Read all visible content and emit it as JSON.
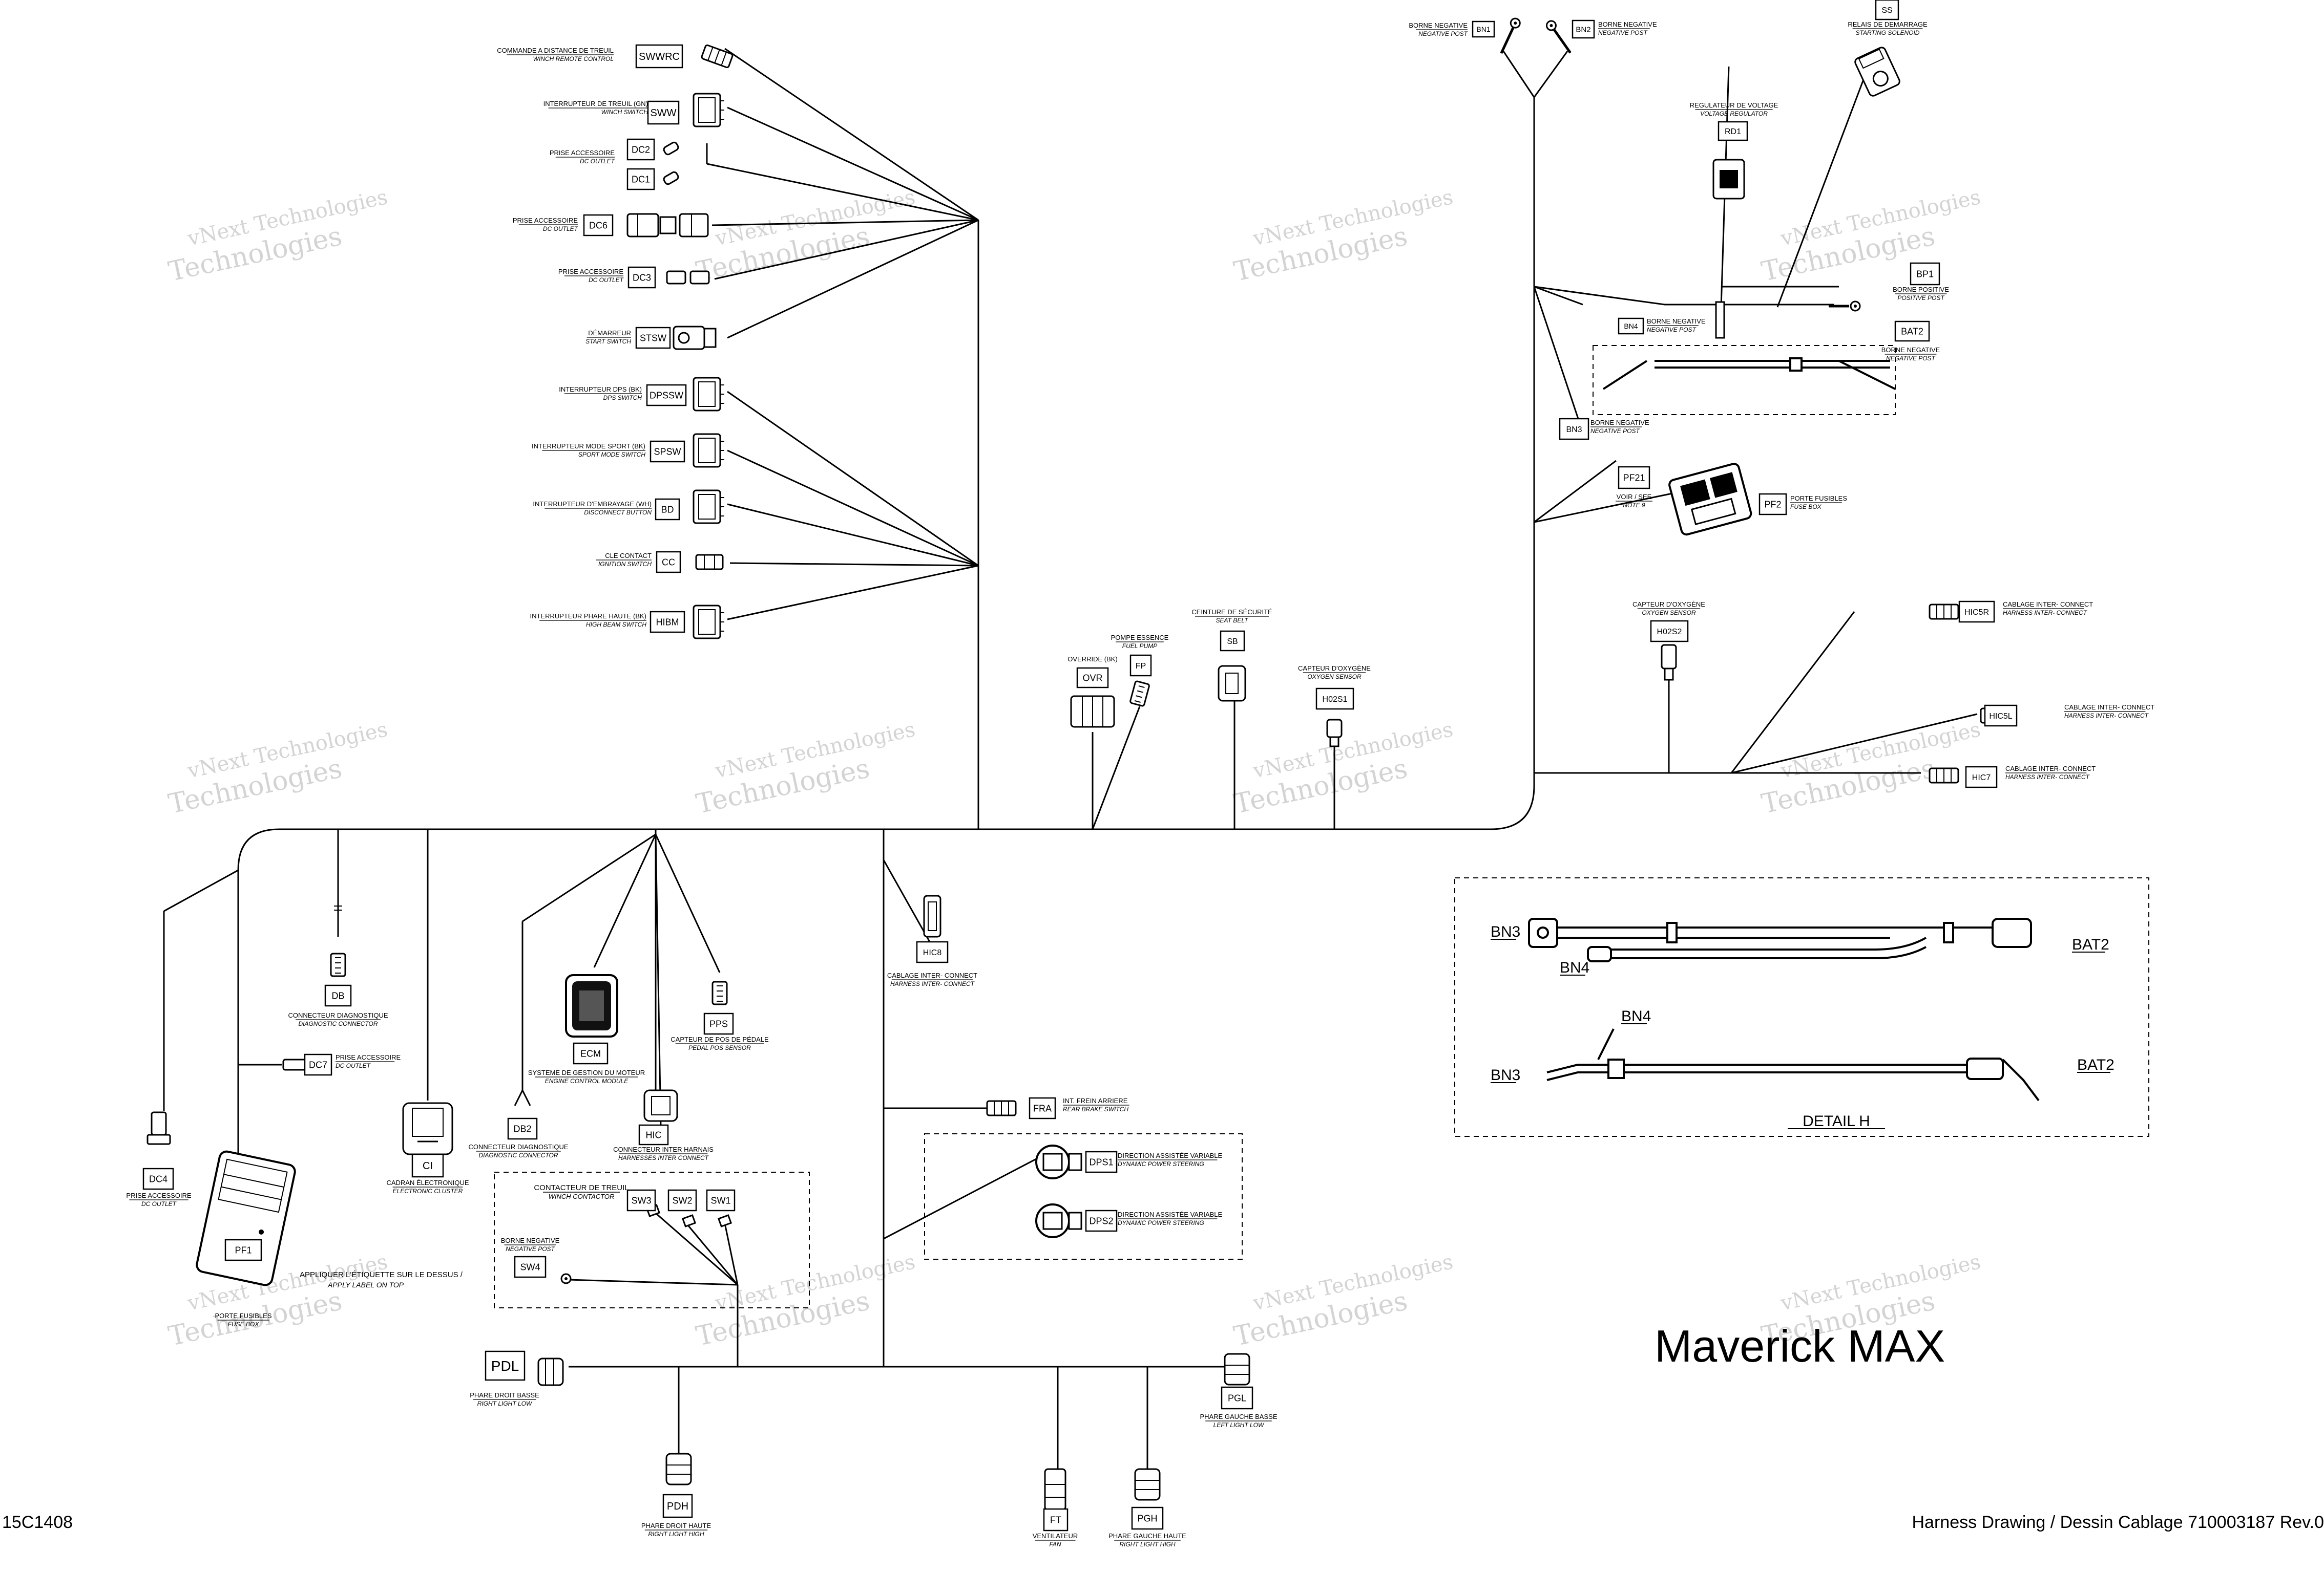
{
  "title": "Maverick MAX",
  "drawing_code": "15C1408",
  "footer": "Harness Drawing / Dessin Cablage 710003187 Rev.0",
  "watermark": [
    "vNext Technologies",
    "Technologies"
  ],
  "connectors": {
    "SWWRC": {
      "code": "SWWRC",
      "fr": "COMMANDE A DISTANCE DE TREUIL",
      "en": "WINCH REMOTE CONTROL"
    },
    "SWW": {
      "code": "SWW",
      "fr": "INTERRUPTEUR DE TREUIL (GN)",
      "en": "WINCH SWITCH"
    },
    "DC2": {
      "code": "DC2"
    },
    "DC1": {
      "code": "DC1",
      "fr": "PRISE ACCESSOIRE",
      "en": "DC OUTLET"
    },
    "DC6": {
      "code": "DC6",
      "fr": "PRISE ACCESSOIRE",
      "en": "DC OUTLET"
    },
    "DC3": {
      "code": "DC3",
      "fr": "PRISE ACCESSOIRE",
      "en": "DC OUTLET"
    },
    "STSW": {
      "code": "STSW",
      "fr": "DÉMARREUR",
      "en": "START SWITCH"
    },
    "DPSSW": {
      "code": "DPSSW",
      "fr": "INTERRUPTEUR DPS (BK)",
      "en": "DPS SWITCH"
    },
    "SPSW": {
      "code": "SPSW",
      "fr": "INTERRUPTEUR MODE SPORT (BK)",
      "en": "SPORT MODE SWITCH"
    },
    "BD": {
      "code": "BD",
      "fr": "INTERRUPTEUR D'EMBRAYAGE (WH)",
      "en": "DISCONNECT BUTTON"
    },
    "CC": {
      "code": "CC",
      "fr": "CLE CONTACT",
      "en": "IGNITION SWITCH"
    },
    "HIBM": {
      "code": "HIBM",
      "fr": "INTERRUPTEUR PHARE HAUTE (BK)",
      "en": "HIGH BEAM SWITCH"
    },
    "BN1": {
      "code": "BN1",
      "fr": "BORNE NEGATIVE",
      "en": "NEGATIVE POST"
    },
    "BN2": {
      "code": "BN2",
      "fr": "BORNE NEGATIVE",
      "en": "NEGATIVE POST"
    },
    "SS": {
      "code": "SS",
      "fr": "RELAIS DE DEMARRAGE",
      "en": "STARTING SOLENOID"
    },
    "RD1": {
      "code": "RD1",
      "fr": "REGULATEUR DE VOLTAGE",
      "en": "VOLTAGE REGULATOR"
    },
    "BP1": {
      "code": "BP1",
      "fr": "BORNE POSITIVE",
      "en": "POSITIVE POST"
    },
    "BN4": {
      "code": "BN4",
      "fr": "BORNE NEGATIVE",
      "en": "NEGATIVE POST"
    },
    "BAT2": {
      "code": "BAT2",
      "fr": "BORNE NEGATIVE",
      "en": "NEGATIVE POST"
    },
    "BN3": {
      "code": "BN3",
      "fr": "BORNE NEGATIVE",
      "en": "NEGATIVE POST"
    },
    "PF21": {
      "code": "PF21",
      "fr": "VOIR / SEE",
      "en": "NOTE 9"
    },
    "PF2": {
      "code": "PF2",
      "fr": "PORTE FUSIBLES",
      "en": "FUSE BOX"
    },
    "H02S2": {
      "code": "H02S2",
      "fr": "CAPTEUR D'OXYGÈNE",
      "en": "OXYGEN SENSOR"
    },
    "HIC5R": {
      "code": "HIC5R",
      "fr": "CABLAGE INTER- CONNECT",
      "en": "HARNESS INTER- CONNECT"
    },
    "HIC5L": {
      "code": "HIC5L",
      "fr": "CABLAGE INTER- CONNECT",
      "en": "HARNESS INTER- CONNECT"
    },
    "HIC7": {
      "code": "HIC7",
      "fr": "CABLAGE INTER- CONNECT",
      "en": "HARNESS INTER- CONNECT"
    },
    "OVR": {
      "code": "OVR",
      "fr": "OVERRIDE (BK)"
    },
    "FP": {
      "code": "FP",
      "fr": "POMPE ESSENCE",
      "en": "FUEL PUMP"
    },
    "SB": {
      "code": "SB",
      "fr": "CEINTURE DE SÉCURITÉ",
      "en": "SEAT BELT"
    },
    "H02S1": {
      "code": "H02S1",
      "fr": "CAPTEUR D'OXYGÈNE",
      "en": "OXYGEN SENSOR"
    },
    "DB": {
      "code": "DB",
      "fr": "CONNECTEUR DIAGNOSTIQUE",
      "en": "DIAGNOSTIC CONNECTOR"
    },
    "DC7": {
      "code": "DC7",
      "fr": "PRISE ACCESSOIRE",
      "en": "DC OUTLET"
    },
    "DC4": {
      "code": "DC4",
      "fr": "PRISE ACCESSOIRE",
      "en": "DC OUTLET"
    },
    "CI": {
      "code": "CI",
      "fr": "CADRAN ÉLECTRONIQUE",
      "en": "ELECTRONIC CLUSTER"
    },
    "ECM": {
      "code": "ECM",
      "fr": "SYSTEME DE GESTION DU MOTEUR",
      "en": "ENGINE CONTROL MODULE"
    },
    "PPS": {
      "code": "PPS",
      "fr": "CAPTEUR DE POS DE PÉDALE",
      "en": "PEDAL POS SENSOR"
    },
    "DB2": {
      "code": "DB2",
      "fr": "CONNECTEUR DIAGNOSTIQUE",
      "en": "DIAGNOSTIC CONNECTOR"
    },
    "HIC": {
      "code": "HIC",
      "fr": "CONNECTEUR INTER HARNAIS",
      "en": "HARNESSES INTER CONNECT"
    },
    "HIC8": {
      "code": "HIC8",
      "fr": "CABLAGE INTER- CONNECT",
      "en": "HARNESS INTER- CONNECT"
    },
    "FRA": {
      "code": "FRA",
      "fr": "INT. FREIN ARRIERE",
      "en": "REAR BRAKE SWITCH"
    },
    "DPS1": {
      "code": "DPS1",
      "fr": "DIRECTION ASSISTÉE VARIABLE",
      "en": "DYNAMIC POWER STEERING"
    },
    "DPS2": {
      "code": "DPS2",
      "fr": "DIRECTION ASSISTÉE VARIABLE",
      "en": "DYNAMIC POWER STEERING"
    },
    "SW3": {
      "code": "SW3"
    },
    "SW2": {
      "code": "SW2"
    },
    "SW1": {
      "code": "SW1"
    },
    "SW4": {
      "code": "SW4",
      "fr": "BORNE NEGATIVE",
      "en": "NEGATIVE POST"
    },
    "PF1": {
      "code": "PF1",
      "fr": "PORTE FUSIBLES",
      "en": "FUSE BOX"
    },
    "PDL": {
      "code": "PDL",
      "fr": "PHARE DROIT BASSE",
      "en": "RIGHT LIGHT LOW"
    },
    "PDH": {
      "code": "PDH",
      "fr": "PHARE DROIT HAUTE",
      "en": "RIGHT LIGHT HIGH"
    },
    "FT": {
      "code": "FT",
      "fr": "VENTILATEUR",
      "en": "FAN"
    },
    "PGH": {
      "code": "PGH",
      "fr": "PHARE GAUCHE HAUTE",
      "en": "RIGHT LIGHT HIGH"
    },
    "PGL": {
      "code": "PGL",
      "fr": "PHARE GAUCHE BASSE",
      "en": "LEFT LIGHT LOW"
    }
  },
  "notes": {
    "winch_contactor_fr": "CONTACTEUR DE TREUIL",
    "winch_contactor_en": "WINCH CONTACTOR",
    "label_note_fr": "APPLIQUER L'ÉTIQUETTE SUR LE DESSUS /",
    "label_note_en": "APPLY LABEL ON TOP"
  },
  "detail": {
    "title": "DETAIL H",
    "bn3": "BN3",
    "bn4": "BN4",
    "bat2": "BAT2"
  }
}
